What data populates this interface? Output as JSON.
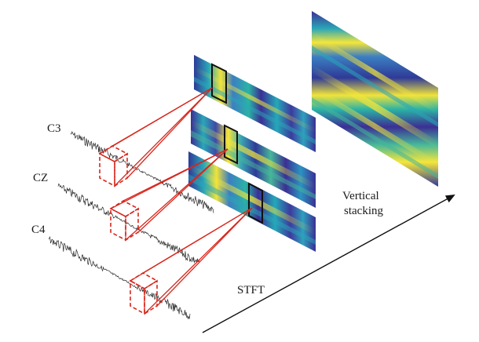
{
  "labels": {
    "c3": "C3",
    "cz": "CZ",
    "c4": "C4",
    "stft": "STFT",
    "stacking_line1": "Vertical",
    "stacking_line2": "stacking"
  },
  "colors": {
    "background": "#ffffff",
    "connector_red": "#d9261c",
    "signal": "#2a2a2a",
    "window_frame": "#111111",
    "arrow": "#111111",
    "spectrogram_low": "#3b2f94",
    "spectrogram_mid": "#2aa6b8",
    "spectrogram_high": "#f5e63a"
  }
}
